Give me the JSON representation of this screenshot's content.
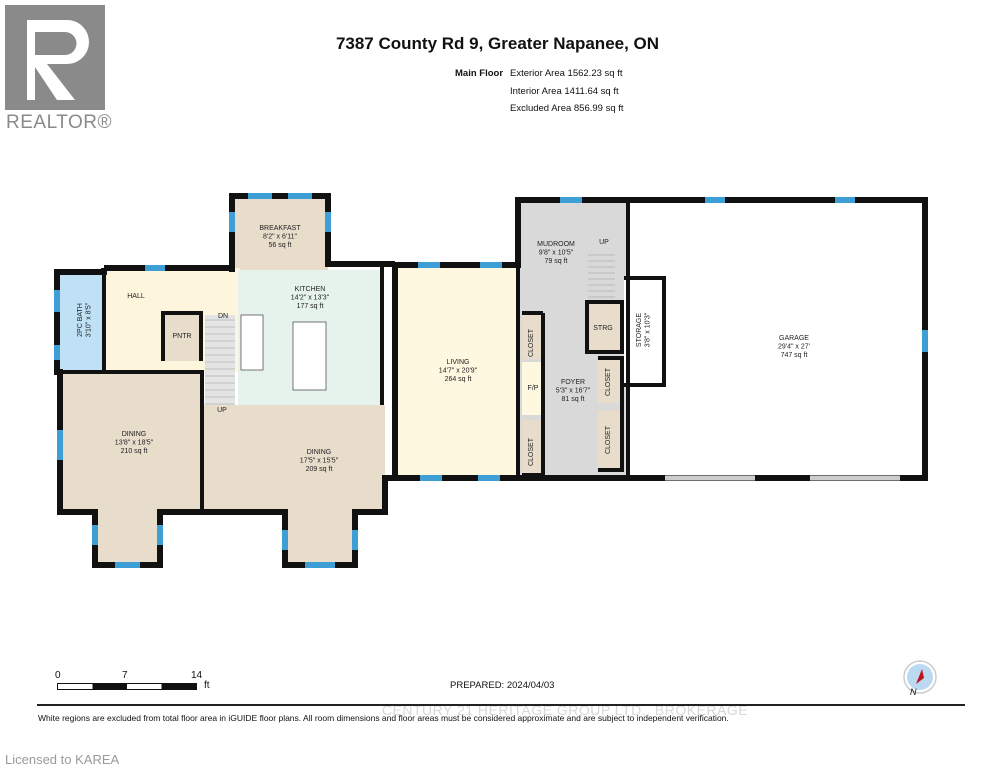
{
  "logo": {
    "text": "REALTOR®"
  },
  "title": "7387 County Rd 9, Greater Napanee, ON",
  "areas": {
    "floor_label": "Main Floor",
    "lines": [
      "Exterior Area 1562.23 sq ft",
      "Interior Area 1411.64 sq ft",
      "Excluded Area 856.99 sq ft"
    ]
  },
  "rooms": [
    {
      "lines": [
        "BREAKFAST",
        "8'2\" x 6'11\"",
        "56 sq ft"
      ]
    },
    {
      "lines": [
        "HALL"
      ]
    },
    {
      "lines": [
        "KITCHEN",
        "14'2\" x 13'3\"",
        "177 sq ft"
      ]
    },
    {
      "lines": [
        "2PC BATH",
        "3'10\" x 8'5\""
      ]
    },
    {
      "lines": [
        "PNTR"
      ]
    },
    {
      "lines": [
        "DN"
      ]
    },
    {
      "lines": [
        "UP"
      ]
    },
    {
      "lines": [
        "DINING",
        "13'8\" x 18'5\"",
        "210 sq ft"
      ]
    },
    {
      "lines": [
        "DINING",
        "17'5\" x 15'5\"",
        "209 sq ft"
      ]
    },
    {
      "lines": [
        "LIVING",
        "14'7\" x 20'9\"",
        "264 sq ft"
      ]
    },
    {
      "lines": [
        "MUDROOM",
        "9'8\" x 10'5\"",
        "79 sq ft"
      ]
    },
    {
      "lines": [
        "UP"
      ]
    },
    {
      "lines": [
        "CLOSET"
      ]
    },
    {
      "lines": [
        "F/P"
      ]
    },
    {
      "lines": [
        "CLOSET"
      ]
    },
    {
      "lines": [
        "FOYER",
        "5'3\" x 16'7\"",
        "81 sq ft"
      ]
    },
    {
      "lines": [
        "STRG"
      ]
    },
    {
      "lines": [
        "CLOSET"
      ]
    },
    {
      "lines": [
        "CLOSET"
      ]
    },
    {
      "lines": [
        "STORAGE",
        "3'8\" x 10'3\""
      ]
    },
    {
      "lines": [
        "GARAGE",
        "29'4\" x 27'",
        "747 sq ft"
      ]
    }
  ],
  "colors": {
    "wall": "#111111",
    "window": "#3d9fd6",
    "beige": "#e8dccb",
    "hall": "#fdf6dc",
    "kitchen": "#e6f2ec",
    "bath": "#bfe0f5",
    "living": "#fdf8df",
    "corridor": "#d9d9d9",
    "excluded": "#ffffff"
  },
  "scale": {
    "ticks": [
      "0",
      "7",
      "14"
    ],
    "unit": "ft"
  },
  "prepared": "PREPARED: 2024/04/03",
  "compass": {
    "label": "N",
    "icon": "compass-icon"
  },
  "watermark": "CENTURY 21 HERITAGE GROUP LTD., BROKERAGE",
  "disclaimer": "White regions are excluded from total floor area in iGUIDE floor plans. All room dimensions and floor areas must be considered approximate and are subject to independent verification.",
  "licensed": "Licensed to KAREA"
}
